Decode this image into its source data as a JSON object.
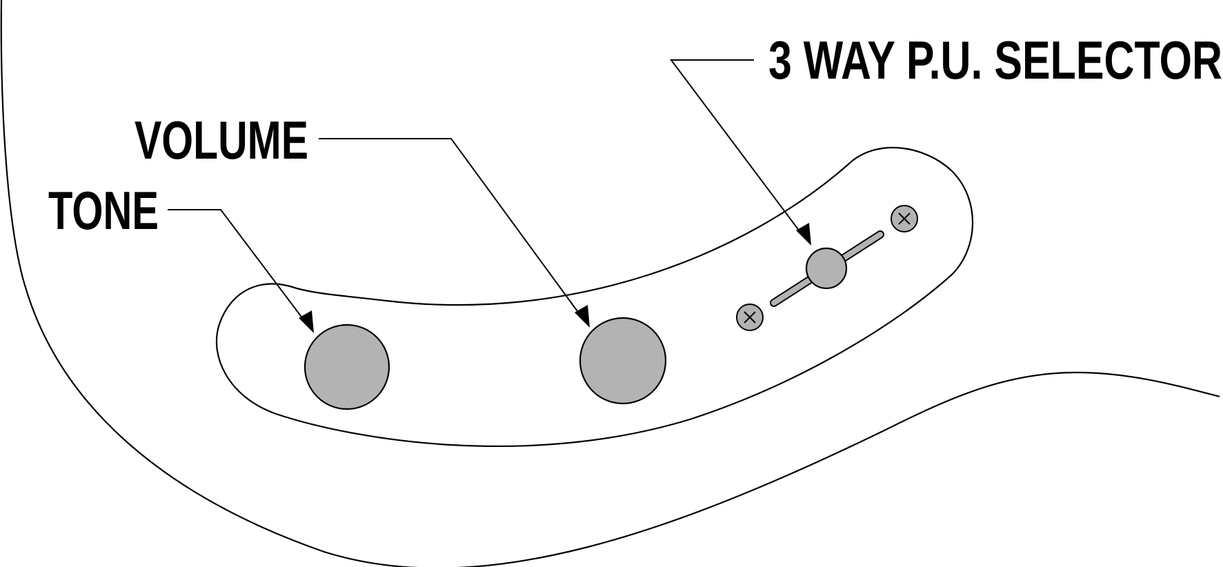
{
  "labels": {
    "tone": "TONE",
    "volume": "VOLUME",
    "selector": "3 WAY P.U. SELECTOR"
  },
  "colors": {
    "line": "#000000",
    "control_fill": "#b3b3b3",
    "background": "#ffffff"
  },
  "controls": [
    {
      "name": "tone-knob",
      "type": "rotary-knob"
    },
    {
      "name": "volume-knob",
      "type": "rotary-knob"
    },
    {
      "name": "pickup-selector",
      "type": "3-way-toggle-switch"
    }
  ],
  "icons": [
    "screw-icon",
    "arrow-icon"
  ]
}
